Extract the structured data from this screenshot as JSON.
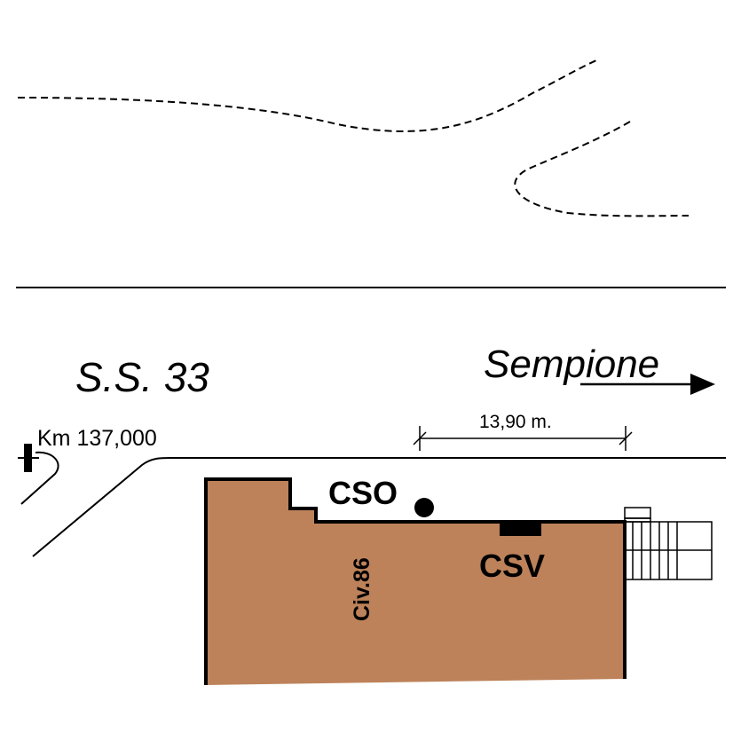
{
  "road_name": "S.S. 33",
  "direction_label": "Sempione",
  "km_marker": "Km 137,000",
  "distance_label": "13,90 m.",
  "cso_label": "CSO",
  "csv_label": "CSV",
  "house_number": "Civ.86",
  "colors": {
    "building": "#bd825a",
    "line": "#000000",
    "background": "#ffffff"
  },
  "icons": {
    "direction": "arrow-right-icon",
    "cso_marker": "filled-circle-icon",
    "km_marker": "post-marker-icon"
  }
}
